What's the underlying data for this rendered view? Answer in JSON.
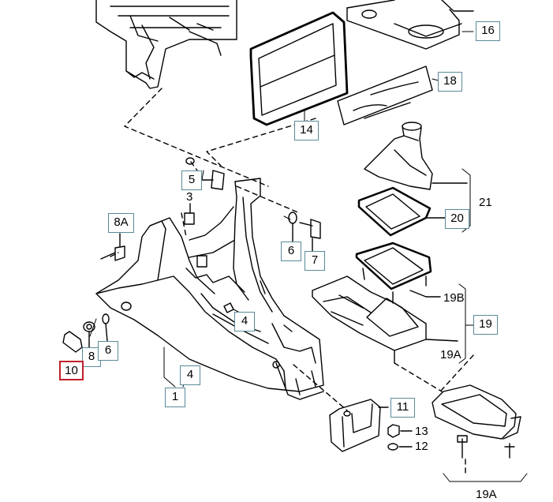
{
  "diagram": {
    "callouts": [
      {
        "id": "16",
        "label": "16",
        "selected": false
      },
      {
        "id": "18",
        "label": "18",
        "selected": false
      },
      {
        "id": "14",
        "label": "14",
        "selected": false
      },
      {
        "id": "5",
        "label": "5",
        "selected": false
      },
      {
        "id": "8A",
        "label": "8A",
        "selected": false
      },
      {
        "id": "6a",
        "label": "6",
        "selected": false
      },
      {
        "id": "7",
        "label": "7",
        "selected": false
      },
      {
        "id": "20",
        "label": "20",
        "selected": false
      },
      {
        "id": "19",
        "label": "19",
        "selected": false
      },
      {
        "id": "4a",
        "label": "4",
        "selected": false
      },
      {
        "id": "8",
        "label": "8",
        "selected": false
      },
      {
        "id": "6b",
        "label": "6",
        "selected": false
      },
      {
        "id": "10",
        "label": "10",
        "selected": true
      },
      {
        "id": "4b",
        "label": "4",
        "selected": false
      },
      {
        "id": "1",
        "label": "1",
        "selected": false
      },
      {
        "id": "11",
        "label": "11",
        "selected": false
      }
    ],
    "plain_labels": [
      {
        "id": "3",
        "label": "3"
      },
      {
        "id": "21",
        "label": "21"
      },
      {
        "id": "19B",
        "label": "19B"
      },
      {
        "id": "19A",
        "label": "19A"
      },
      {
        "id": "13",
        "label": "13"
      },
      {
        "id": "12",
        "label": "12"
      },
      {
        "id": "19A-bottom",
        "label": "19A"
      }
    ]
  },
  "colors": {
    "callout_border": "#5a8a9a",
    "selected_border": "#c0202a",
    "line": "#000000",
    "background": "#ffffff"
  }
}
